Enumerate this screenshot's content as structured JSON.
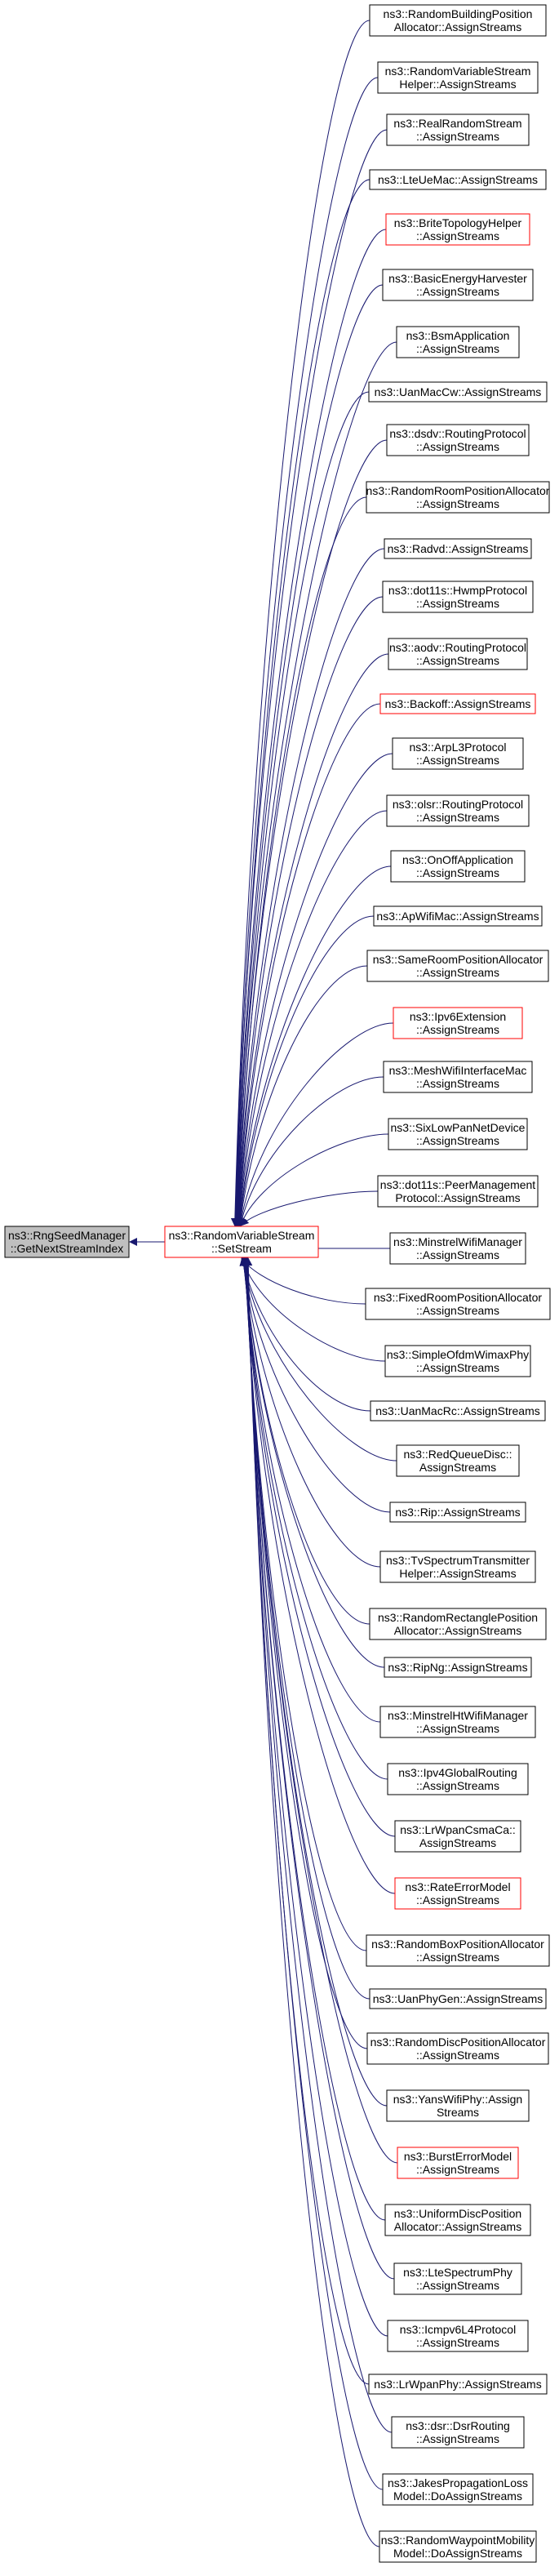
{
  "colors": {
    "edge": "#191970",
    "node_border": "#000000",
    "node_border_highlight": "#ff0000",
    "root_fill": "#bfbfbf",
    "node_fill": "#ffffff"
  },
  "root": {
    "lines": [
      "ns3::RngSeedManager",
      "::GetNextStreamIndex"
    ]
  },
  "center": {
    "lines": [
      "ns3::RandomVariableStream",
      "::SetStream"
    ],
    "highlight": true
  },
  "callers": [
    {
      "lines": [
        "ns3::RandomBuildingPosition",
        "Allocator::AssignStreams"
      ]
    },
    {
      "lines": [
        "ns3::RandomVariableStream",
        "Helper::AssignStreams"
      ]
    },
    {
      "lines": [
        "ns3::RealRandomStream",
        "::AssignStreams"
      ]
    },
    {
      "lines": [
        "ns3::LteUeMac::AssignStreams"
      ]
    },
    {
      "lines": [
        "ns3::BriteTopologyHelper",
        "::AssignStreams"
      ],
      "highlight": true
    },
    {
      "lines": [
        "ns3::BasicEnergyHarvester",
        "::AssignStreams"
      ]
    },
    {
      "lines": [
        "ns3::BsmApplication",
        "::AssignStreams"
      ]
    },
    {
      "lines": [
        "ns3::UanMacCw::AssignStreams"
      ]
    },
    {
      "lines": [
        "ns3::dsdv::RoutingProtocol",
        "::AssignStreams"
      ]
    },
    {
      "lines": [
        "ns3::RandomRoomPositionAllocator",
        "::AssignStreams"
      ]
    },
    {
      "lines": [
        "ns3::Radvd::AssignStreams"
      ]
    },
    {
      "lines": [
        "ns3::dot11s::HwmpProtocol",
        "::AssignStreams"
      ]
    },
    {
      "lines": [
        "ns3::aodv::RoutingProtocol",
        "::AssignStreams"
      ]
    },
    {
      "lines": [
        "ns3::Backoff::AssignStreams"
      ],
      "highlight": true
    },
    {
      "lines": [
        "ns3::ArpL3Protocol",
        "::AssignStreams"
      ]
    },
    {
      "lines": [
        "ns3::olsr::RoutingProtocol",
        "::AssignStreams"
      ]
    },
    {
      "lines": [
        "ns3::OnOffApplication",
        "::AssignStreams"
      ]
    },
    {
      "lines": [
        "ns3::ApWifiMac::AssignStreams"
      ]
    },
    {
      "lines": [
        "ns3::SameRoomPositionAllocator",
        "::AssignStreams"
      ]
    },
    {
      "lines": [
        "ns3::Ipv6Extension",
        "::AssignStreams"
      ],
      "highlight": true
    },
    {
      "lines": [
        "ns3::MeshWifiInterfaceMac",
        "::AssignStreams"
      ]
    },
    {
      "lines": [
        "ns3::SixLowPanNetDevice",
        "::AssignStreams"
      ]
    },
    {
      "lines": [
        "ns3::dot11s::PeerManagement",
        "Protocol::AssignStreams"
      ]
    },
    {
      "lines": [
        "ns3::MinstrelWifiManager",
        "::AssignStreams"
      ]
    },
    {
      "lines": [
        "ns3::FixedRoomPositionAllocator",
        "::AssignStreams"
      ]
    },
    {
      "lines": [
        "ns3::SimpleOfdmWimaxPhy",
        "::AssignStreams"
      ]
    },
    {
      "lines": [
        "ns3::UanMacRc::AssignStreams"
      ]
    },
    {
      "lines": [
        "ns3::RedQueueDisc::",
        "AssignStreams"
      ]
    },
    {
      "lines": [
        "ns3::Rip::AssignStreams"
      ]
    },
    {
      "lines": [
        "ns3::TvSpectrumTransmitter",
        "Helper::AssignStreams"
      ]
    },
    {
      "lines": [
        "ns3::RandomRectanglePosition",
        "Allocator::AssignStreams"
      ]
    },
    {
      "lines": [
        "ns3::RipNg::AssignStreams"
      ]
    },
    {
      "lines": [
        "ns3::MinstrelHtWifiManager",
        "::AssignStreams"
      ]
    },
    {
      "lines": [
        "ns3::Ipv4GlobalRouting",
        "::AssignStreams"
      ]
    },
    {
      "lines": [
        "ns3::LrWpanCsmaCa::",
        "AssignStreams"
      ]
    },
    {
      "lines": [
        "ns3::RateErrorModel",
        "::AssignStreams"
      ],
      "highlight": true
    },
    {
      "lines": [
        "ns3::RandomBoxPositionAllocator",
        "::AssignStreams"
      ]
    },
    {
      "lines": [
        "ns3::UanPhyGen::AssignStreams"
      ]
    },
    {
      "lines": [
        "ns3::RandomDiscPositionAllocator",
        "::AssignStreams"
      ]
    },
    {
      "lines": [
        "ns3::YansWifiPhy::Assign",
        "Streams"
      ]
    },
    {
      "lines": [
        "ns3::BurstErrorModel",
        "::AssignStreams"
      ],
      "highlight": true
    },
    {
      "lines": [
        "ns3::UniformDiscPosition",
        "Allocator::AssignStreams"
      ]
    },
    {
      "lines": [
        "ns3::LteSpectrumPhy",
        "::AssignStreams"
      ]
    },
    {
      "lines": [
        "ns3::Icmpv6L4Protocol",
        "::AssignStreams"
      ]
    },
    {
      "lines": [
        "ns3::LrWpanPhy::AssignStreams"
      ]
    },
    {
      "lines": [
        "ns3::dsr::DsrRouting",
        "::AssignStreams"
      ]
    },
    {
      "lines": [
        "ns3::JakesPropagationLoss",
        "Model::DoAssignStreams"
      ]
    },
    {
      "lines": [
        "ns3::RandomWaypointMobility",
        "Model::DoAssignStreams"
      ]
    }
  ]
}
